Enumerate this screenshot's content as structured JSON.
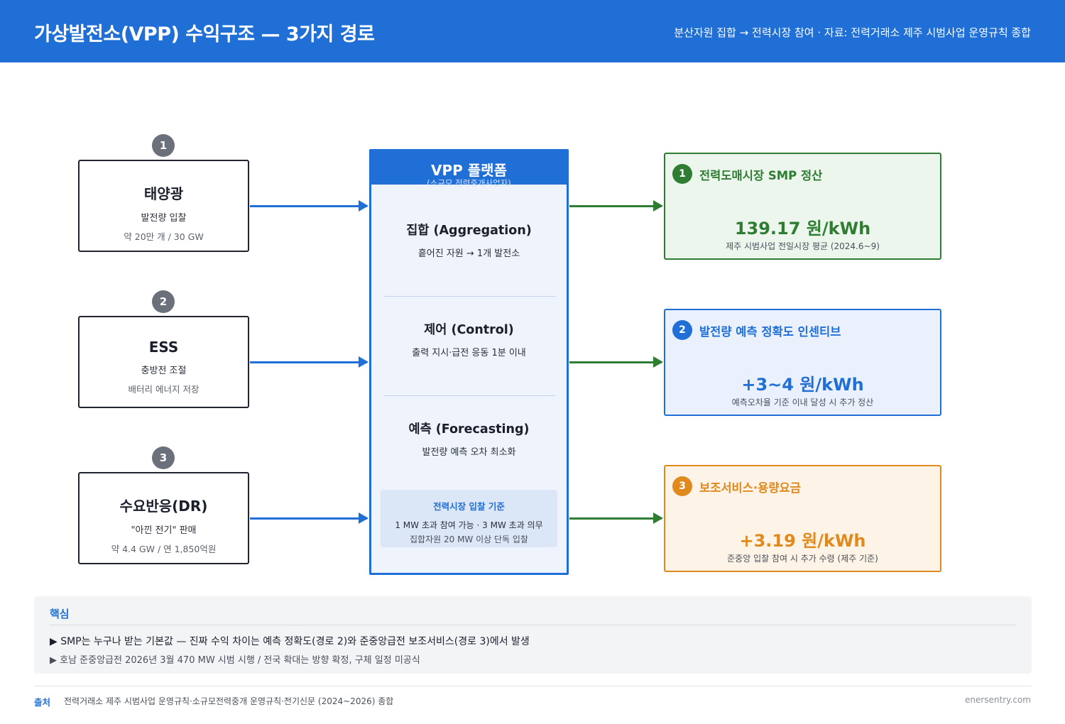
{
  "header": {
    "title": "가상발전소(VPP) 수익구조 — 3가지 경로",
    "subtitle": "분산자원 집합 → 전력시장 참여 · 자료: 전력거래소 제주 시범사업 운영규칙 종합"
  },
  "sources": [
    {
      "badge": "1",
      "title": "태양광",
      "line1": "발전량 입찰",
      "line2": "약 20만 개 / 30 GW"
    },
    {
      "badge": "2",
      "title": "ESS",
      "line1": "충방전 조절",
      "line2": "배터리 에너지 저장"
    },
    {
      "badge": "3",
      "title": "수요반응(DR)",
      "line1": "\"아낀 전기\" 판매",
      "line2": "약 4.4 GW / 연 1,850억원"
    }
  ],
  "platform": {
    "title": "VPP 플랫폼",
    "subtitle": "(소규모 전력중개사업자)",
    "functions": [
      {
        "title": "집합 (Aggregation)",
        "desc": "흩어진 자원 → 1개 발전소"
      },
      {
        "title": "제어 (Control)",
        "desc": "출력 지시·급전 응동 1분 이내"
      },
      {
        "title": "예측 (Forecasting)",
        "desc": "발전량 예측 오차 최소화"
      }
    ],
    "criteria": {
      "title": "전력시장 입찰 기준",
      "line1": "1 MW 초과 참여 가능 · 3 MW 초과 의무",
      "line2": "집합자원 20 MW 이상 단독 입찰"
    }
  },
  "revenues": [
    {
      "num": "1",
      "title": "전력도매시장 SMP 정산",
      "value": "139.17 원/kWh",
      "note": "제주 시범사업 전일시장 평균 (2024.6~9)",
      "color": "#2e7d32"
    },
    {
      "num": "2",
      "title": "발전량 예측 정확도 인센티브",
      "value": "+3~4 원/kWh",
      "note": "예측오차율 기준 이내 달성 시 추가 정산",
      "color": "#1f6fd6"
    },
    {
      "num": "3",
      "title": "보조서비스·용량요금",
      "value": "+3.19 원/kWh",
      "note": "준중앙 입찰 참여 시 추가 수령 (제주 기준)",
      "color": "#e08a1e"
    }
  ],
  "key": {
    "title": "핵심",
    "line1": "▶ SMP는 누구나 받는 기본값 — 진짜 수익 차이는 예측 정확도(경로 2)와 준중앙급전 보조서비스(경로 3)에서 발생",
    "line2": "▶ 호남 준중앙급전 2026년 3월 470 MW 시범 시행 / 전국 확대는 방향 확정, 구체 일정 미공식"
  },
  "footer": {
    "label": "출처",
    "text": "전력거래소 제주 시범사업 운영규칙·소규모전력중개 운영규칙·전기신문 (2024~2026) 종합",
    "site": "enersentry.com"
  },
  "colors": {
    "primary": "#1f6fd6",
    "green": "#2e7d32",
    "orange": "#e08a1e",
    "badge_gray": "#6b717b"
  }
}
